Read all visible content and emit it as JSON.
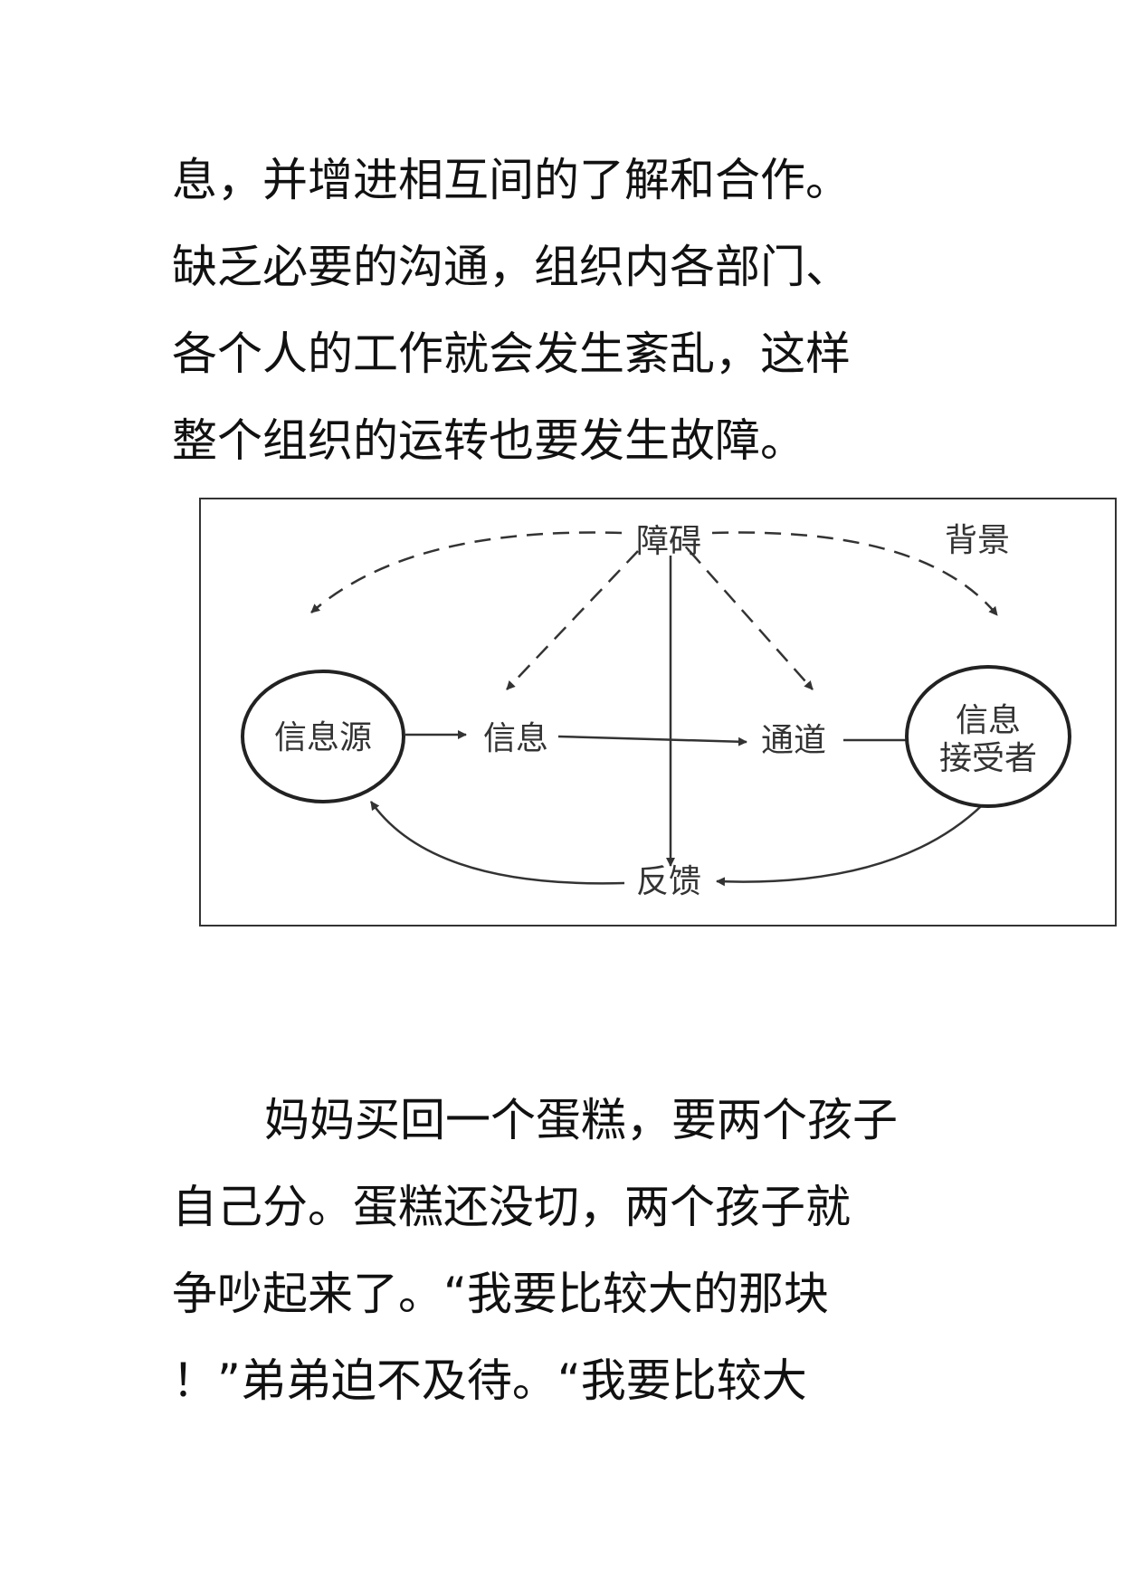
{
  "paragraph1": {
    "lines": [
      "息，并增进相互间的了解和合作。",
      "缺乏必要的沟通，组织内各部门、",
      "各个人的工作就会发生紊乱，这样",
      "整个组织的运转也要发生故障。"
    ]
  },
  "diagram": {
    "background_label": "背景",
    "barrier": "障碍",
    "source": "信息源",
    "message": "信息",
    "channel": "通道",
    "receiver_line1": "信息",
    "receiver_line2": "接受者",
    "feedback": "反馈"
  },
  "paragraph2": {
    "lines": [
      "妈妈买回一个蛋糕，要两个孩子",
      "自己分。蛋糕还没切，两个孩子就",
      "争吵起来了。“我要比较大的那块",
      "！”弟弟迫不及待。“我要比较大"
    ]
  },
  "colors": {
    "text": "#111111",
    "diagram_ink": "#333333",
    "background": "#ffffff"
  }
}
